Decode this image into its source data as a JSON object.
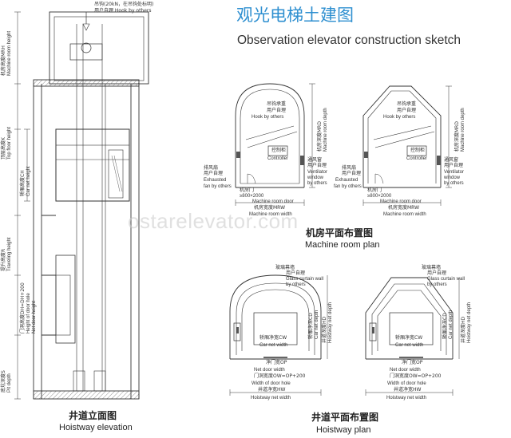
{
  "title": {
    "cn": "观光电梯土建图",
    "en": "Observation elevator construction sketch",
    "color": "#2e8fd0"
  },
  "watermark": "ostarelevator.com",
  "hoistway_elevation": {
    "hook_label_cn": "吊钩(20kN，在吊钩处标明)",
    "hook_label_en": "用户自理  Hook by others",
    "machine_room_height_cn": "机房高度MRH",
    "machine_room_height_en": "Machine room height",
    "top_floor_height_cn": "顶层高度K",
    "top_floor_height_en": "Top floor height",
    "car_height_cn": "轿厢高度CH",
    "car_height_en": "Car net height",
    "traveling_height_cn": "提升高度R",
    "traveling_height_en": "Traveling height",
    "door_height_cn": "门洞高度DH=DH+200",
    "door_height_en": "Height of door hole",
    "net_door_height_en": "Net door height",
    "pit_depth_cn": "底坑深度S",
    "pit_depth_en": "Pit depth",
    "caption_cn": "井道立面图",
    "caption_en": "Hoistway elevation"
  },
  "machine_room_plan": {
    "hook_cn": "吊钩承重",
    "hook_cn2": "用户自理",
    "hook_en": "Hook by others",
    "controller_cn": "控制柜",
    "controller_en": "Controller",
    "exhaust_cn": "排风扇",
    "exhaust_cn2": "用户自理",
    "exhaust_en1": "Exhausted",
    "exhaust_en2": "fan by others",
    "ventilator_cn": "通风窗",
    "ventilator_cn2": "用户自理",
    "ventilator_en1": "Ventilator",
    "ventilator_en2": "window",
    "ventilator_en3": "by others",
    "door_cn": "机房门",
    "door_size": "≥800×2000",
    "door_en": "Machine room door",
    "width_cn": "机房宽度MRW",
    "width_en": "Machine room width",
    "depth_cn": "机房深度MRD",
    "depth_en": "Machine room depth",
    "caption_cn": "机房平面布置图",
    "caption_en": "Machine room plan"
  },
  "hoistway_plan": {
    "glass_cn": "玻璃幕墙",
    "glass_cn2": "用户自理",
    "glass_en1": "Glass curtain wall",
    "glass_en2": "by others",
    "car_width_cn": "轿厢净宽CW",
    "car_width_en": "Car net width",
    "car_depth_cn": "轿厢净深CD",
    "car_depth_en": "Car net depth",
    "hoistway_depth_cn": "井道深度HD",
    "hoistway_depth_en": "Hoistway net depth",
    "door_width_cn": "净门宽OP",
    "door_width_en": "Net door width",
    "door_hole_cn": "门洞宽度OW=OP+200",
    "door_hole_en": "Width of door hole",
    "hoistway_width_cn": "井道净宽HW",
    "hoistway_width_en": "Hoistway net width",
    "caption_cn": "井道平面布置图",
    "caption_en": "Hoistway plan"
  }
}
